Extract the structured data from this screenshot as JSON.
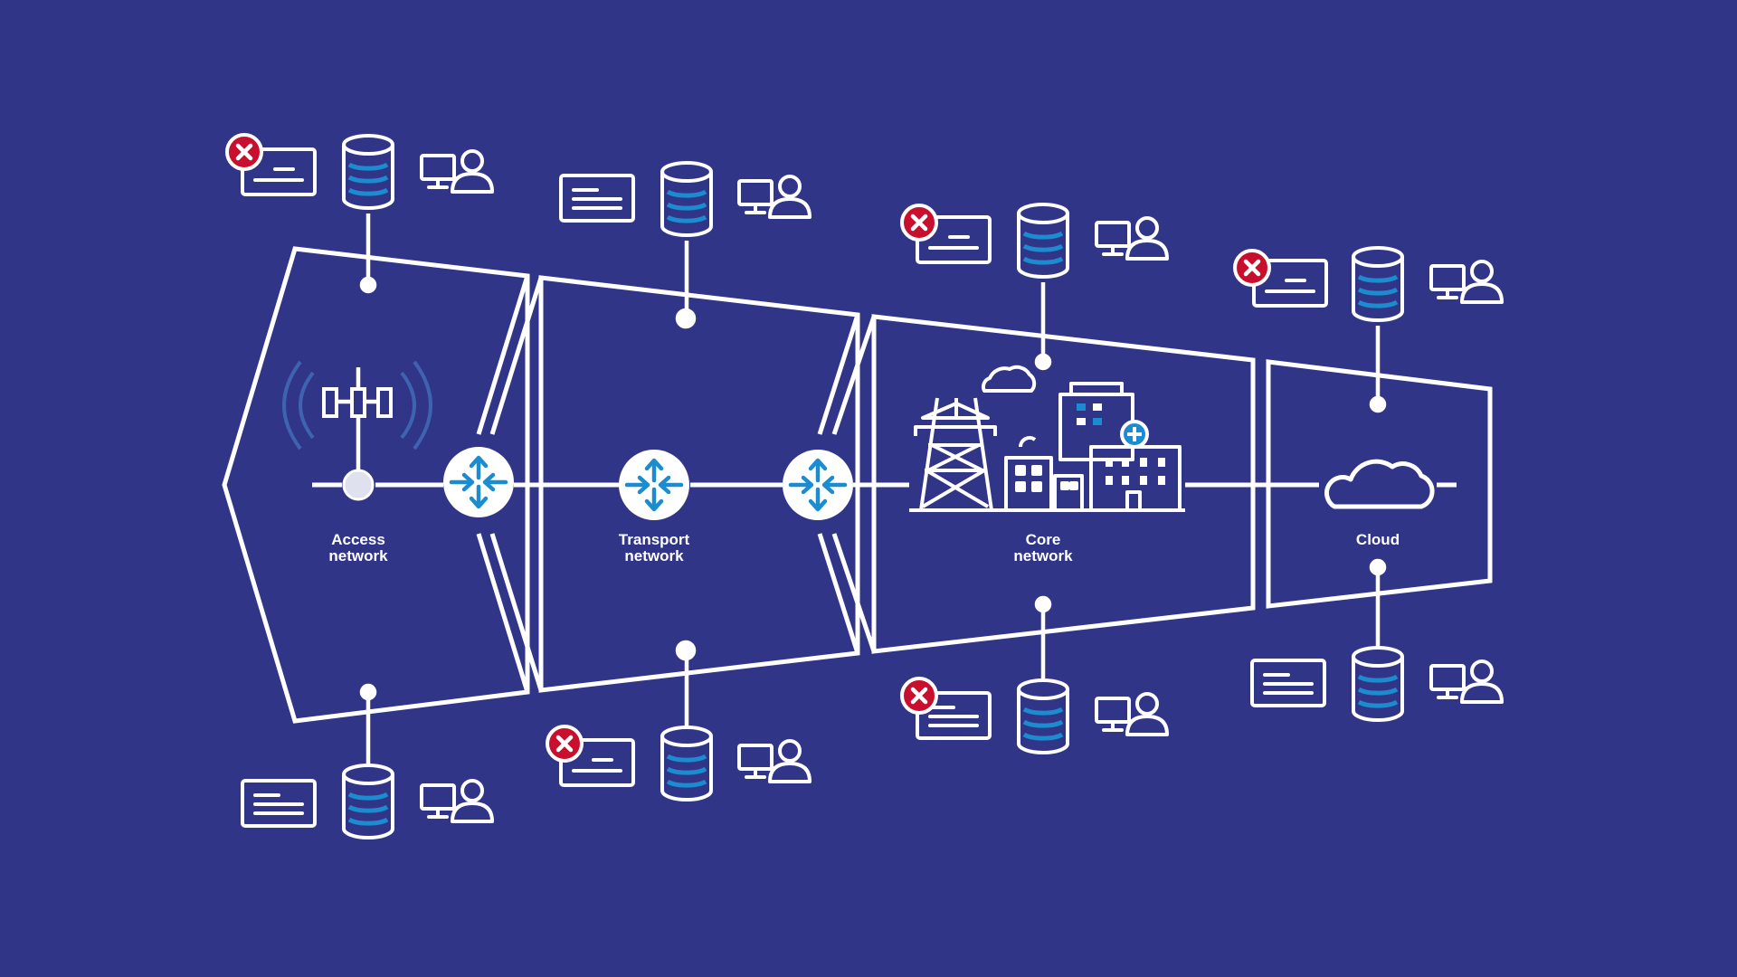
{
  "colors": {
    "background": "#313587",
    "line": "#ffffff",
    "accent": "#1a8ccf",
    "error": "#c8102e",
    "signal": "#3e63b0"
  },
  "segments": [
    {
      "id": "access",
      "label_line1": "Access",
      "label_line2": "network",
      "icon": "cell-tower-icon"
    },
    {
      "id": "transport",
      "label_line1": "Transport",
      "label_line2": "network",
      "icon": "router-icon"
    },
    {
      "id": "core",
      "label_line1": "Core",
      "label_line2": "network",
      "icon": "city-infrastructure-icon"
    },
    {
      "id": "cloud",
      "label_line1": "Cloud",
      "label_line2": "",
      "icon": "cloud-icon"
    }
  ],
  "routers": [
    "router-icon",
    "router-icon",
    "router-icon"
  ],
  "node_groups": [
    {
      "segment": "access",
      "side": "top",
      "doc_failed": true,
      "icons": [
        "document-icon",
        "database-icon",
        "user-computer-icon"
      ]
    },
    {
      "segment": "access",
      "side": "bottom",
      "doc_failed": false,
      "icons": [
        "document-icon",
        "database-icon",
        "user-computer-icon"
      ]
    },
    {
      "segment": "transport",
      "side": "top",
      "doc_failed": false,
      "icons": [
        "document-icon",
        "database-icon",
        "user-computer-icon"
      ]
    },
    {
      "segment": "transport",
      "side": "bottom",
      "doc_failed": true,
      "icons": [
        "document-icon",
        "database-icon",
        "user-computer-icon"
      ]
    },
    {
      "segment": "core",
      "side": "top",
      "doc_failed": true,
      "icons": [
        "document-icon",
        "database-icon",
        "user-computer-icon"
      ]
    },
    {
      "segment": "core",
      "side": "bottom",
      "doc_failed": true,
      "icons": [
        "document-icon",
        "database-icon",
        "user-computer-icon"
      ]
    },
    {
      "segment": "cloud",
      "side": "top",
      "doc_failed": true,
      "icons": [
        "document-icon",
        "database-icon",
        "user-computer-icon"
      ]
    },
    {
      "segment": "cloud",
      "side": "bottom",
      "doc_failed": false,
      "icons": [
        "document-icon",
        "database-icon",
        "user-computer-icon"
      ]
    }
  ]
}
